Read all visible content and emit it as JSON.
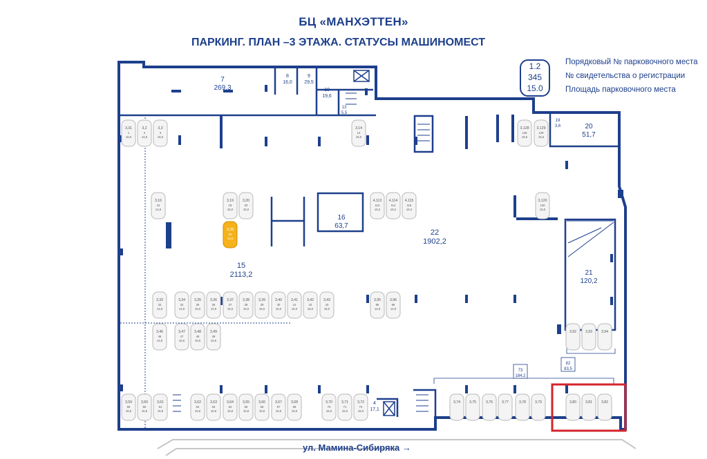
{
  "header": {
    "title": "БЦ «МАНХЭТТЕН»",
    "subtitle": "ПАРКИНГ. ПЛАН –3 ЭТАЖА. СТАТУСЫ МАШИНОМЕСТ"
  },
  "legend": {
    "sample_number": "1.2",
    "sample_cert": "345",
    "sample_area": "15.0",
    "line1": "Порядковый № парковочного места",
    "line2": "№ свидетельства о регистрации",
    "line3": "Площадь парковочного места"
  },
  "rooms": [
    {
      "id": "7",
      "area": "269,3"
    },
    {
      "id": "8",
      "area": "16,0"
    },
    {
      "id": "9",
      "area": "29,5"
    },
    {
      "id": "10",
      "area": "19,6"
    },
    {
      "id": "13",
      "area": "5,5"
    },
    {
      "id": "20",
      "area": "51,7"
    },
    {
      "id": "19",
      "area": "3,6"
    },
    {
      "id": "16",
      "area": "63,7"
    },
    {
      "id": "22",
      "area": "1902,2"
    },
    {
      "id": "15",
      "area": "2113,2"
    },
    {
      "id": "21",
      "area": "120,2"
    },
    {
      "id": "73",
      "area": "184,2"
    },
    {
      "id": "82",
      "area": "83,5"
    },
    {
      "id": "4",
      "area": "17,1"
    }
  ],
  "spots": [
    {
      "num": "3,31",
      "cert": "1",
      "area": "15,0"
    },
    {
      "num": "3,2",
      "cert": "2",
      "area": "14,6"
    },
    {
      "num": "3,3",
      "cert": "3",
      "area": "15,0"
    },
    {
      "num": "3,14",
      "cert": "14",
      "area": "15,0"
    },
    {
      "num": "3,128",
      "cert": "128",
      "area": "15,6"
    },
    {
      "num": "3,129",
      "cert": "129",
      "area": "15,6"
    },
    {
      "num": "3,16",
      "cert": "16",
      "area": "14,9"
    },
    {
      "num": "3,19",
      "cert": "19",
      "area": "15,0"
    },
    {
      "num": "3,20",
      "cert": "20",
      "area": "15,0"
    },
    {
      "num": "3,28",
      "cert": "28",
      "area": "15,0"
    },
    {
      "num": "4,113",
      "cert": "113",
      "area": "16,2"
    },
    {
      "num": "4,114",
      "cert": "114",
      "area": "16,2"
    },
    {
      "num": "4,115",
      "cert": "115",
      "area": "16,2"
    },
    {
      "num": "3,120",
      "cert": "120",
      "area": "15,0"
    },
    {
      "num": "3,33",
      "cert": "33",
      "area": "14,9"
    },
    {
      "num": "3,34",
      "cert": "34",
      "area": "14,9"
    },
    {
      "num": "3,35",
      "cert": "35",
      "area": "15,0"
    },
    {
      "num": "3,36",
      "cert": "36",
      "area": "14,9"
    },
    {
      "num": "3,37",
      "cert": "37",
      "area": "15,0"
    },
    {
      "num": "3,38",
      "cert": "38",
      "area": "15,0"
    },
    {
      "num": "3,39",
      "cert": "39",
      "area": "15,0"
    },
    {
      "num": "3,40",
      "cert": "40",
      "area": "15,0"
    },
    {
      "num": "3,41",
      "cert": "41",
      "area": "15,0"
    },
    {
      "num": "3,42",
      "cert": "42",
      "area": "15,0"
    },
    {
      "num": "3,43",
      "cert": "43",
      "area": "15,0"
    },
    {
      "num": "3,95",
      "cert": "95",
      "area": "14,9"
    },
    {
      "num": "3,96",
      "cert": "96",
      "area": "14,9"
    },
    {
      "num": "3,46",
      "cert": "46",
      "area": "14,9"
    },
    {
      "num": "3,47",
      "cert": "47",
      "area": "15,6"
    },
    {
      "num": "3,48",
      "cert": "48",
      "area": "15,6"
    },
    {
      "num": "3,49",
      "cert": "49",
      "area": "15,6"
    },
    {
      "num": "3,92",
      "cert": "",
      "area": ""
    },
    {
      "num": "3,93",
      "cert": "",
      "area": ""
    },
    {
      "num": "3,94",
      "cert": "",
      "area": ""
    },
    {
      "num": "3,59",
      "cert": "59",
      "area": "15,5"
    },
    {
      "num": "3,60",
      "cert": "60",
      "area": "15,6"
    },
    {
      "num": "3,61",
      "cert": "61",
      "area": "15,6"
    },
    {
      "num": "3,62",
      "cert": "62",
      "area": "15,6"
    },
    {
      "num": "3,63",
      "cert": "63",
      "area": "15,6"
    },
    {
      "num": "3,64",
      "cert": "64",
      "area": "15,6"
    },
    {
      "num": "3,65",
      "cert": "65",
      "area": "15,6"
    },
    {
      "num": "3,66",
      "cert": "66",
      "area": "15,6"
    },
    {
      "num": "3,67",
      "cert": "67",
      "area": "15,6"
    },
    {
      "num": "3,68",
      "cert": "68",
      "area": "15,6"
    },
    {
      "num": "3,70",
      "cert": "70",
      "area": "15,0"
    },
    {
      "num": "3,71",
      "cert": "71",
      "area": "15,0"
    },
    {
      "num": "3,72",
      "cert": "72",
      "area": "15,0"
    },
    {
      "num": "3,74",
      "cert": "",
      "area": ""
    },
    {
      "num": "3,75",
      "cert": "",
      "area": ""
    },
    {
      "num": "3,76",
      "cert": "",
      "area": ""
    },
    {
      "num": "3,77",
      "cert": "",
      "area": ""
    },
    {
      "num": "3,78",
      "cert": "",
      "area": ""
    },
    {
      "num": "3,79",
      "cert": "",
      "area": ""
    },
    {
      "num": "3,80",
      "cert": "",
      "area": ""
    },
    {
      "num": "3,81",
      "cert": "",
      "area": ""
    },
    {
      "num": "3,82",
      "cert": "",
      "area": ""
    }
  ],
  "colors": {
    "wall": "#1d3f8c",
    "spot_free": "#f4f4f4",
    "spot_sold": "#f5b21b",
    "highlight": "#d6232a",
    "road": "#c7c7c7"
  },
  "highlight_spots": [
    "3,80",
    "3,81",
    "3,82"
  ],
  "sold_spots": [
    "3,28"
  ],
  "street": {
    "label": "ул. Мамина-Сибиряка →"
  }
}
